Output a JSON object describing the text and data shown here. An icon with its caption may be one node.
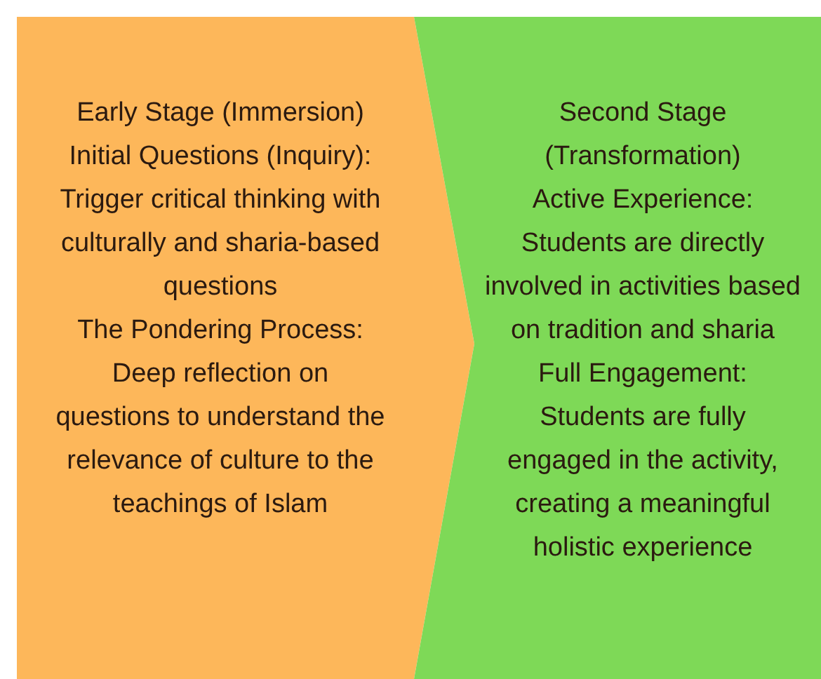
{
  "diagram": {
    "nodes": [
      {
        "text": [
          "Early Stage (Immersion)",
          "Initial Questions (Inquiry): Trigger critical thinking with culturally and sharia-based questions",
          "The Pondering Process: Deep reflection on questions to understand the relevance of culture to the teachings of Islam"
        ]
      },
      {
        "text": [
          "Second Stage (Transformation)",
          "Active Experience: Students are directly involved in activities based on tradition and sharia",
          "Full Engagement: Students are fully engaged in the activity, creating a meaningful holistic experience"
        ]
      }
    ]
  }
}
